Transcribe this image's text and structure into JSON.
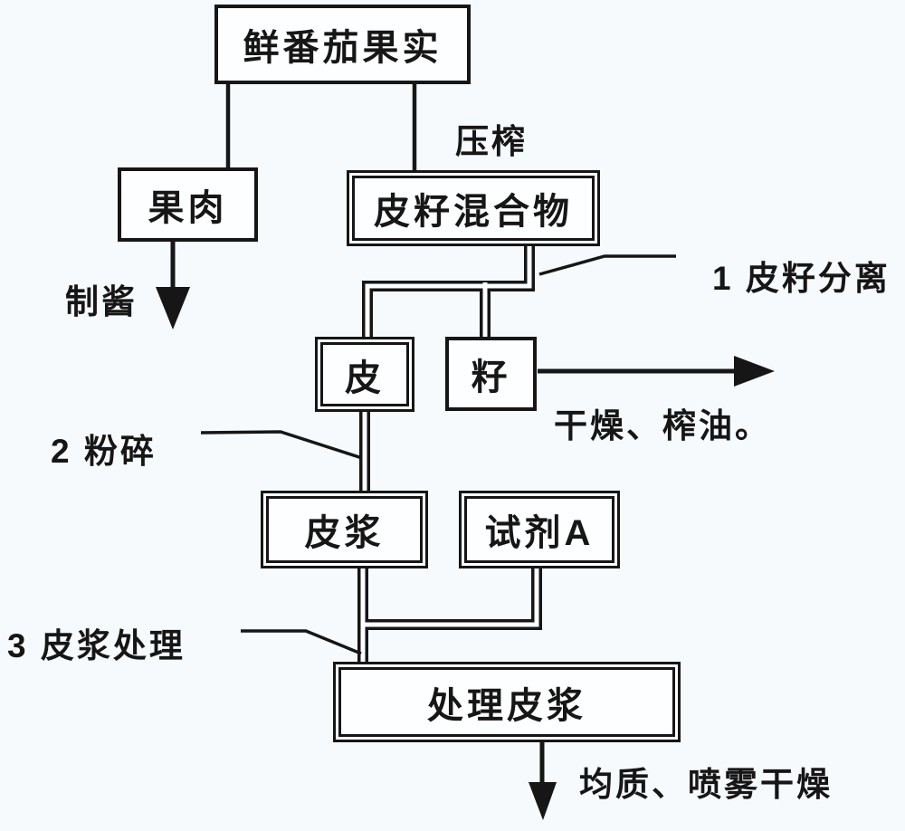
{
  "diagram": {
    "title": "tomato-processing-flowchart",
    "nodes": {
      "fresh_tomato": {
        "label": "鲜番茄果实",
        "border": "single"
      },
      "pulp": {
        "label": "果肉",
        "border": "single"
      },
      "skin_seed_mix": {
        "label": "皮籽混合物",
        "border": "double"
      },
      "skin": {
        "label": "皮",
        "border": "double"
      },
      "seed": {
        "label": "籽",
        "border": "single"
      },
      "skin_pulp": {
        "label": "皮浆",
        "border": "double"
      },
      "reagent_a": {
        "label": "试剂A",
        "border": "double"
      },
      "treated_skin_pulp": {
        "label": "处理皮浆",
        "border": "double"
      }
    },
    "annotations": {
      "press": {
        "label": "压榨"
      },
      "make_sauce": {
        "label": "制酱"
      },
      "step1_separation": {
        "label": "1 皮籽分离"
      },
      "dry_oil": {
        "label": "干燥、榨油。"
      },
      "step2_crush": {
        "label": "2 粉碎"
      },
      "step3_treatment": {
        "label": "3 皮浆处理"
      },
      "homogenize_spray_dry": {
        "label": "均质、喷雾干燥"
      }
    },
    "colors": {
      "line": "#161616",
      "background": "#f7fafd",
      "box_fill": "#fdfeff"
    }
  }
}
